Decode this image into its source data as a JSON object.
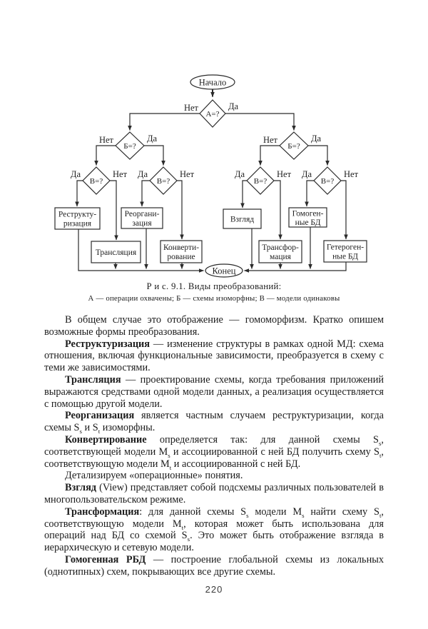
{
  "page": {
    "number": "220"
  },
  "flowchart": {
    "start_label": "Начало",
    "end_label": "Конец",
    "yes_label": "Да",
    "no_label": "Нет",
    "decision_a": "А=?",
    "decision_b": "Б=?",
    "decision_v": "В=?",
    "boxes": {
      "restructuring": [
        "Реструкту-",
        "ризация"
      ],
      "reorganization": [
        "Реоргани-",
        "зация"
      ],
      "translation": [
        "Трансляция"
      ],
      "conversion": [
        "Конверти-",
        "рование"
      ],
      "view": [
        "Взгляд"
      ],
      "homogeneous": [
        "Гомоген-",
        "ные БД"
      ],
      "transformation": [
        "Трансфор-",
        "мация"
      ],
      "heterogeneous": [
        "Гетероген-",
        "ные БД"
      ]
    }
  },
  "figure": {
    "caption": "Р и с. 9.1. Виды преобразований:",
    "legend": "А — операции охвачены; Б — схемы изоморфны; В — модели одинаковы"
  },
  "body": {
    "paragraphs": [
      [
        {
          "t": "В общем случае это отображение — гомоморфизм. Кратко опишем возможные формы преобразования."
        }
      ],
      [
        {
          "t": "Реструктуризация",
          "b": 1
        },
        {
          "t": " — изменение структуры в рамках одной МД: схема отношения, включая функциональные зависимости, преобразуется в схему с теми же зависимостями."
        }
      ],
      [
        {
          "t": "Трансляция",
          "b": 1
        },
        {
          "t": " — проектирование схемы, когда требования приложений выражаются средствами одной модели данных, а реализация осуществляется с помощью другой модели."
        }
      ],
      [
        {
          "t": "Реорганизация",
          "b": 1
        },
        {
          "t": " является частным случаем реструктуризации, когда схемы S"
        },
        {
          "t": "s",
          "sub": 1
        },
        {
          "t": " и S"
        },
        {
          "t": "t",
          "sub": 1
        },
        {
          "t": " изоморфны."
        }
      ],
      [
        {
          "t": "Конвертирование",
          "b": 1
        },
        {
          "t": " определяется так: для данной схемы S"
        },
        {
          "t": "s",
          "sub": 1
        },
        {
          "t": ", соответствующей модели М"
        },
        {
          "t": "s",
          "sub": 1
        },
        {
          "t": " и ассоциированной с ней БД получить схему S"
        },
        {
          "t": "t",
          "sub": 1
        },
        {
          "t": ", соответствующую модели М"
        },
        {
          "t": "t",
          "sub": 1
        },
        {
          "t": " и ассоциированной с ней БД."
        }
      ],
      [
        {
          "t": "Детализируем «операционные» понятия."
        }
      ],
      [
        {
          "t": "Взгляд",
          "b": 1
        },
        {
          "t": " (View) представляет собой подсхемы различных пользователей в многопользовательском режиме."
        }
      ],
      [
        {
          "t": "Трансформация",
          "b": 1
        },
        {
          "t": ": для данной схемы S"
        },
        {
          "t": "s",
          "sub": 1
        },
        {
          "t": " модели М"
        },
        {
          "t": "s",
          "sub": 1
        },
        {
          "t": " найти схему S"
        },
        {
          "t": "t",
          "sub": 1
        },
        {
          "t": ", соответствующую модели М"
        },
        {
          "t": "t",
          "sub": 1
        },
        {
          "t": ", которая может быть использована для операций над БД со схемой S"
        },
        {
          "t": "s",
          "sub": 1
        },
        {
          "t": ". Это может быть отображение взгляда в иерархическую и сетевую модели."
        }
      ],
      [
        {
          "t": "Гомогенная РБД",
          "b": 1
        },
        {
          "t": " — построение глобальной схемы из локальных (однотипных) схем, покрывающих все другие схемы."
        }
      ]
    ]
  }
}
